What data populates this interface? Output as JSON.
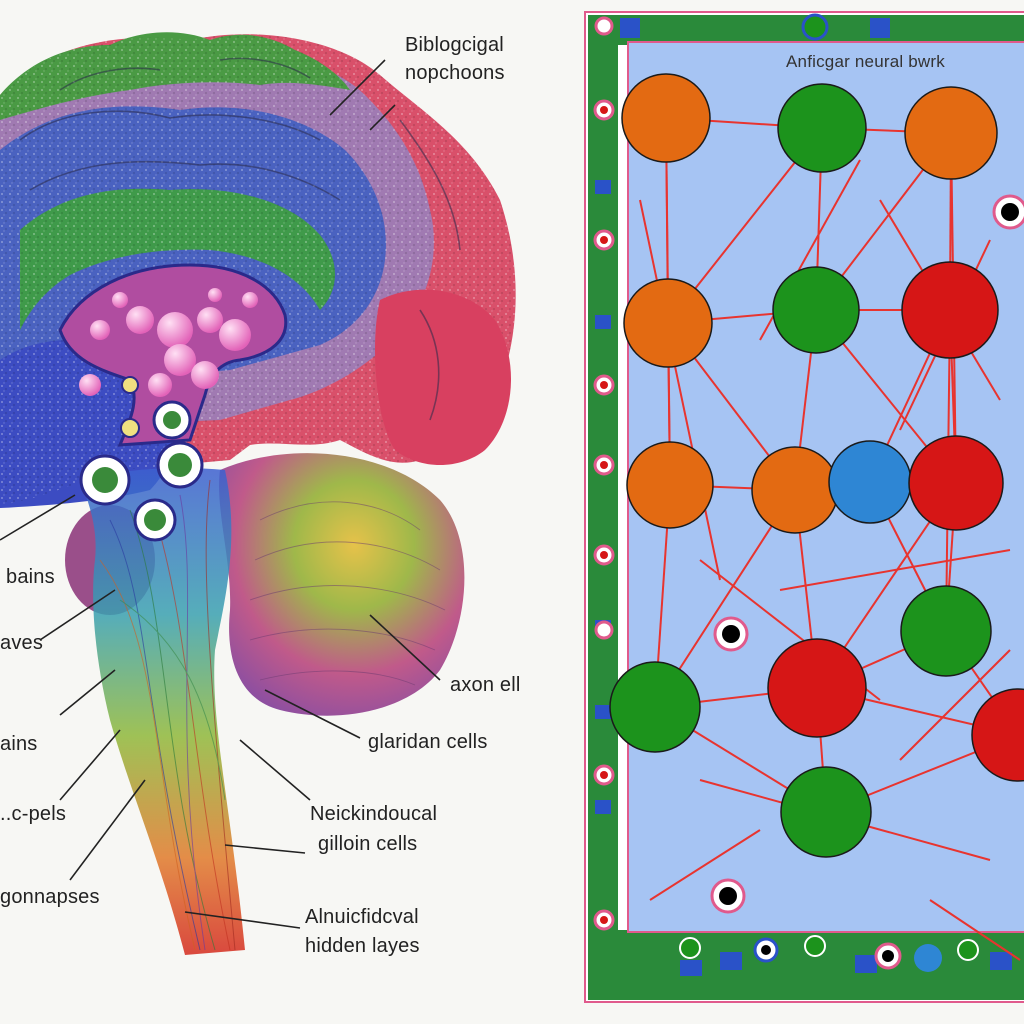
{
  "left_panel": {
    "labels": {
      "title_line1": "Biblogcigal",
      "title_line2": "nopchoons",
      "bains": "bains",
      "aves": "aves",
      "ains": "ains",
      "cpels": "..c-pels",
      "gonnapses": "gonnapses",
      "axon": "axon ell",
      "glaridan": "glaridan cells",
      "neickindoucal": "Neickindoucal",
      "gilloin": "gilloin cells",
      "alnuicfidcval": "Alnuicfidcval",
      "hidden_layers": "hidden layes"
    }
  },
  "right_panel": {
    "title": "Anficgar neural bwrk",
    "colors": {
      "background": "#a6c4f3",
      "connection": "#e8342f",
      "orange": "#e36a12",
      "green": "#1c931c",
      "red": "#d61616",
      "blue": "#2e86d4",
      "border_pink": "#e05a8c",
      "border_green": "#1c7a2a",
      "border_blue": "#2a52c8"
    }
  }
}
